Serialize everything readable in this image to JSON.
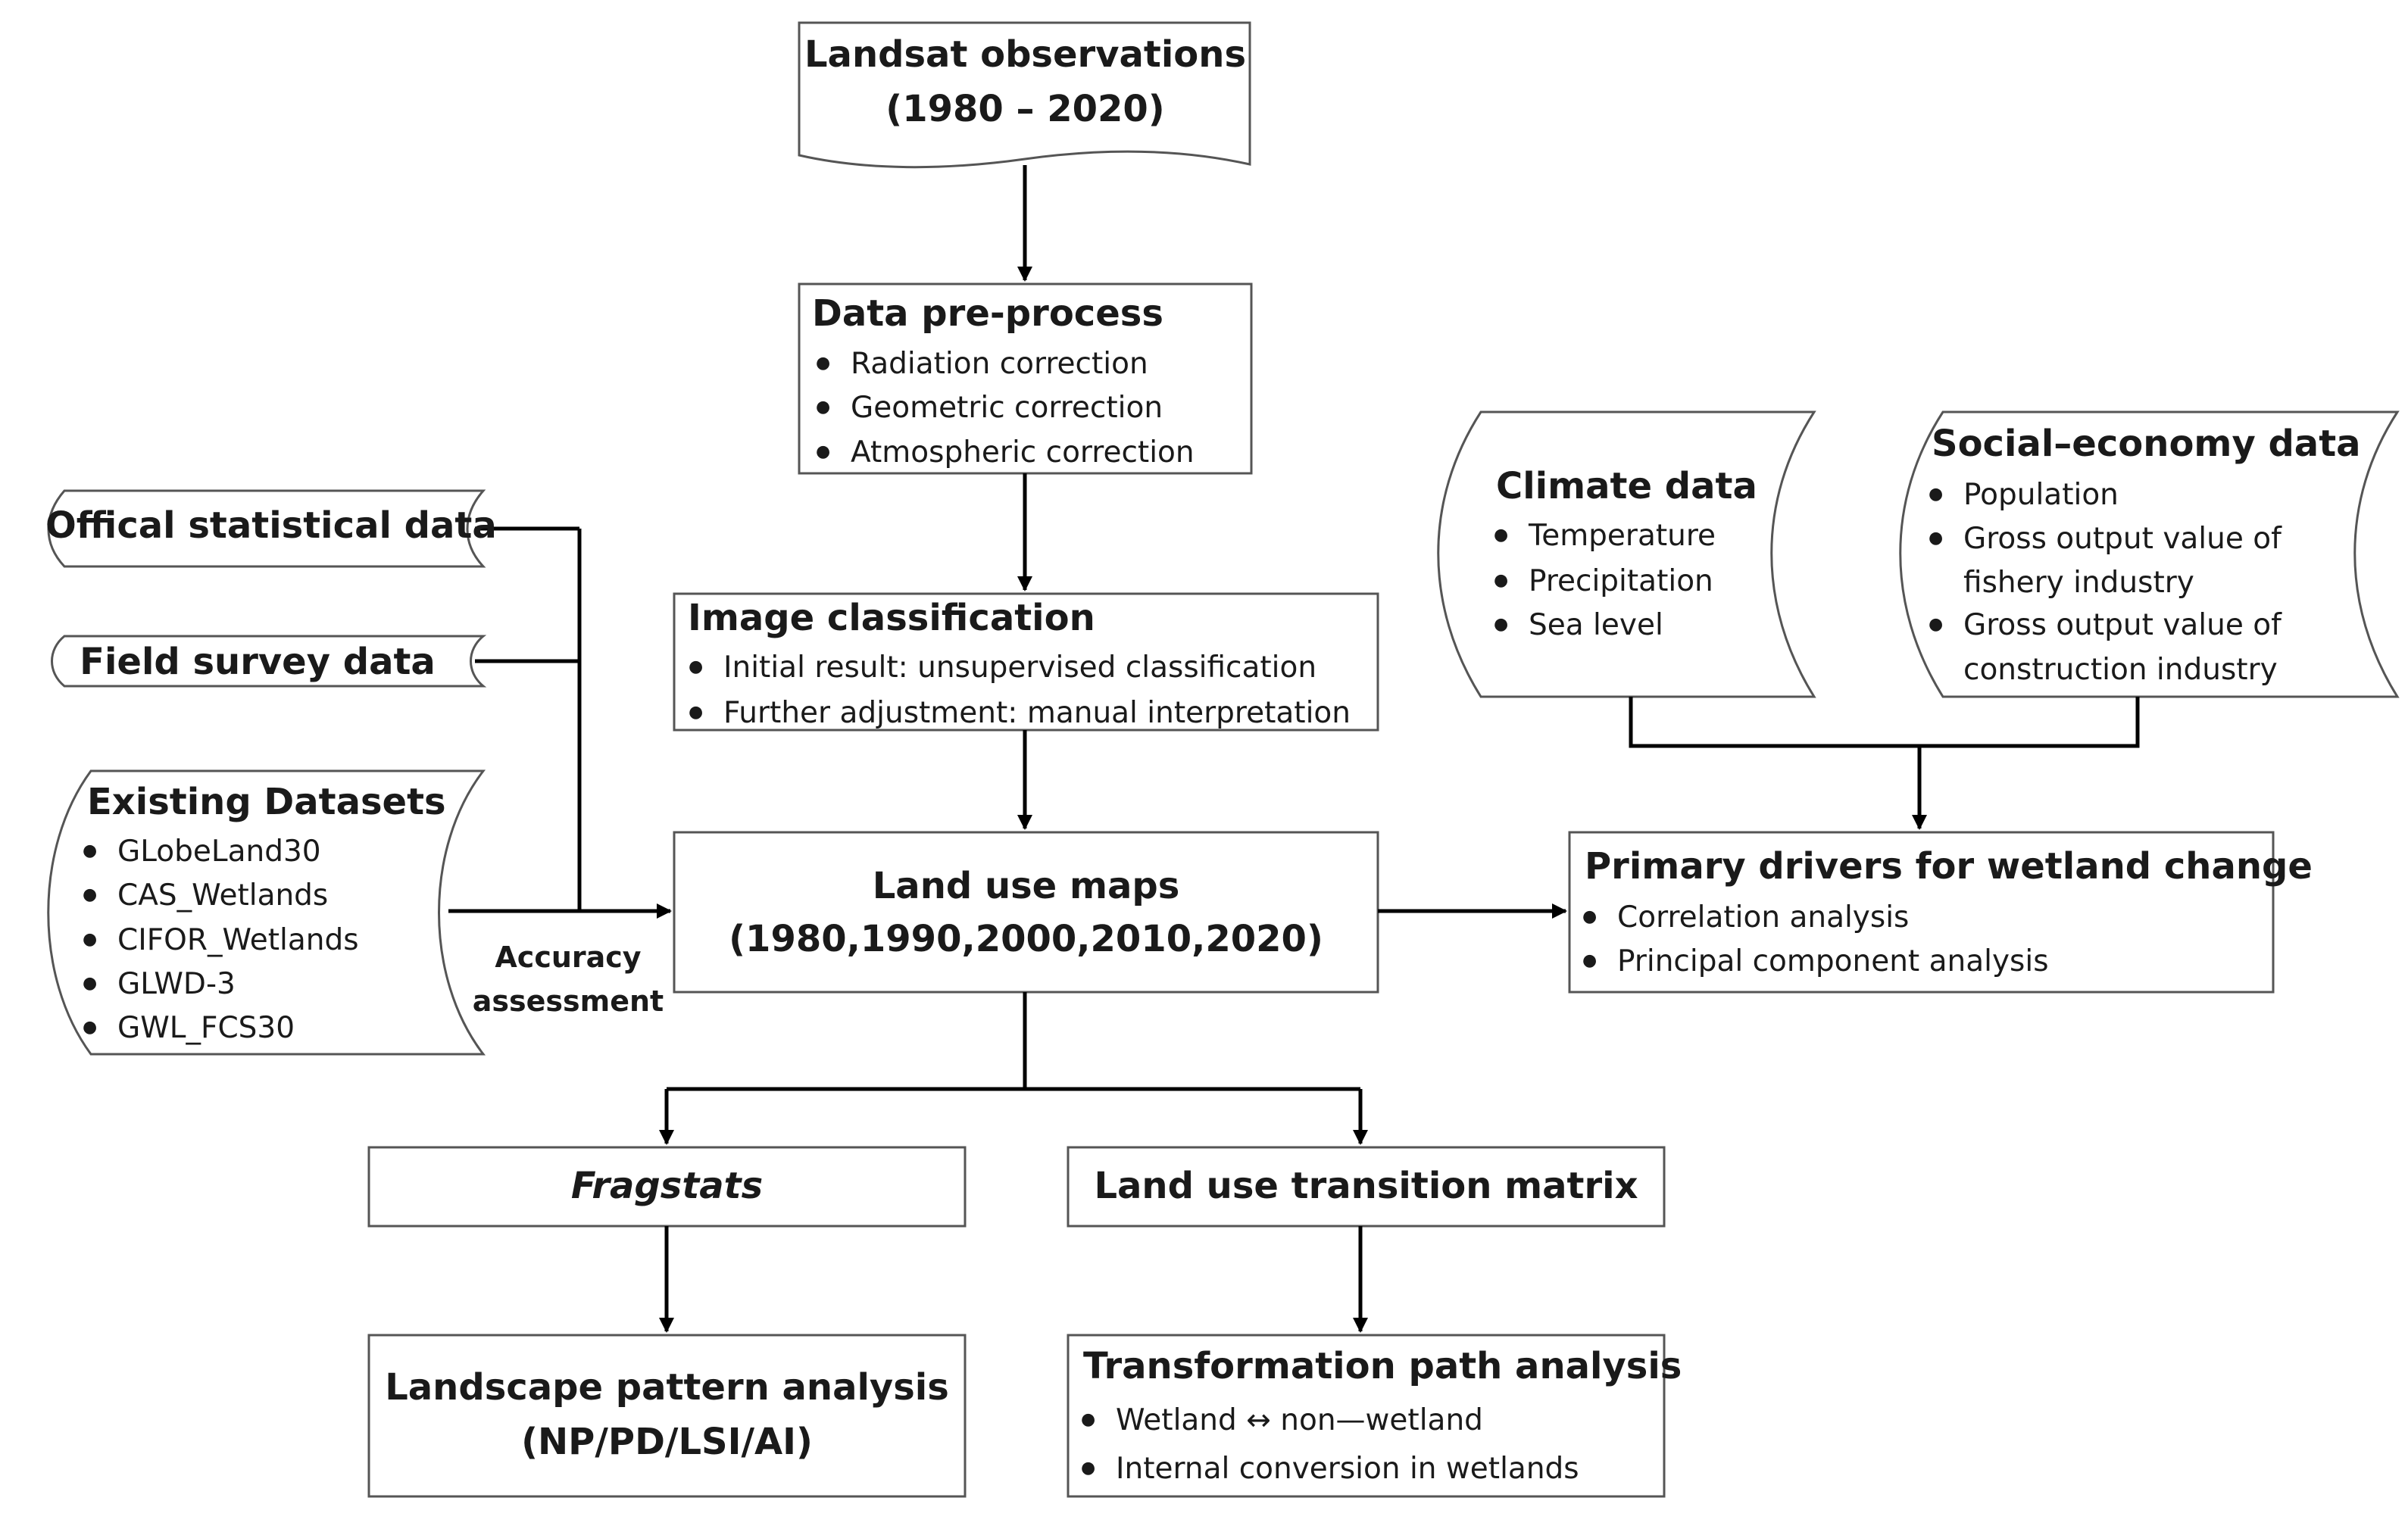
{
  "landsat": {
    "title_line1": "Landsat observations",
    "title_line2": "(1980 – 2020)"
  },
  "preprocess": {
    "title": "Data pre-process",
    "items": [
      "Radiation correction",
      "Geometric correction",
      "Atmospheric correction"
    ]
  },
  "classification": {
    "title": "Image classification",
    "items": [
      "Initial result: unsupervised classification",
      "Further adjustment: manual interpretation"
    ]
  },
  "official": {
    "title": "Offical statistical data"
  },
  "field": {
    "title": "Field survey data"
  },
  "existing": {
    "title": "Existing Datasets",
    "items": [
      "GLobeLand30",
      "CAS_Wetlands",
      "CIFOR_Wetlands",
      "GLWD-3",
      "GWL_FCS30"
    ]
  },
  "accuracy": {
    "line1": "Accuracy",
    "line2": "assessment"
  },
  "landuse": {
    "line1": "Land use maps",
    "line2": "(1980,1990,2000,2010,2020)"
  },
  "climate": {
    "title": "Climate data",
    "items": [
      "Temperature",
      "Precipitation",
      "Sea level"
    ]
  },
  "social": {
    "title": "Social–economy data",
    "items": [
      {
        "line1": "Population"
      },
      {
        "line1": "Gross output value of",
        "line2": "fishery industry"
      },
      {
        "line1": "Gross output value of",
        "line2": "construction industry"
      }
    ]
  },
  "drivers": {
    "title": "Primary drivers for wetland change",
    "items": [
      "Correlation analysis",
      "Principal component analysis"
    ]
  },
  "fragstats": {
    "title": "Fragstats"
  },
  "transition": {
    "title": "Land use transition matrix"
  },
  "landscape": {
    "line1": "Landscape pattern analysis",
    "line2": "(NP/PD/LSI/AI)"
  },
  "transformation": {
    "title": "Transformation path analysis",
    "items": [
      "Wetland ↔ non—wetland",
      "Internal conversion in wetlands"
    ]
  }
}
